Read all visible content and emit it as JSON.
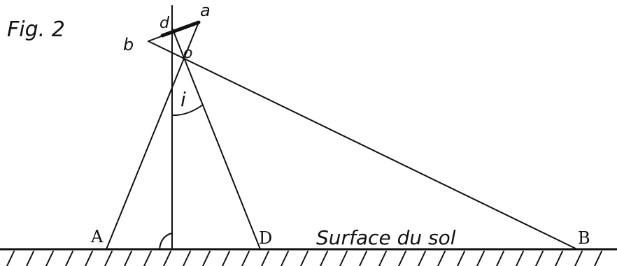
{
  "title": "Fig. 2",
  "points": {
    "a": "a",
    "b": "b",
    "d": "d",
    "o": "o",
    "A": "A",
    "B": "B",
    "D": "D"
  },
  "angle_label": "i",
  "ground_label": "Surface du sol",
  "colors": {
    "ink": "#111111",
    "background": "#ffffff"
  }
}
